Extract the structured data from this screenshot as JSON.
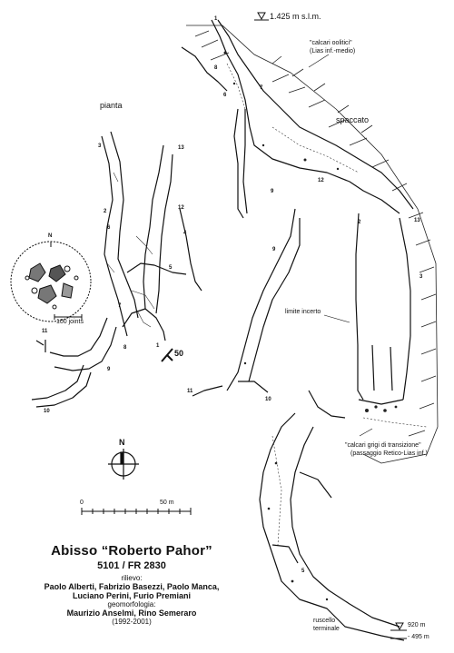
{
  "labels": {
    "pianta": "pianta",
    "spaccato": "spaccato",
    "altitude_top": "1.425 m s.l.m.",
    "altitude_bottom": "920 m",
    "depth": "- 495 m",
    "limite_incerto": "limite incerto",
    "calcari_ooliti_1": "\"calcari oolitici\"",
    "calcari_ooliti_2": "(Lias inf.-medio)",
    "calcari_grigi_1": "\"calcari grigi di transizione\"",
    "calcari_grigi_2": "(passaggio Retico-Lias inf.)",
    "ruscello_1": "ruscello",
    "ruscello_2": "terminale",
    "joints": "100 joints",
    "rose_north": "N",
    "compass_north": "N",
    "scale_zero": "0",
    "scale_fifty": "50 m",
    "dip_value": "50"
  },
  "plan_numbers": [
    "1",
    "2",
    "3",
    "4",
    "5",
    "6",
    "7",
    "8",
    "9",
    "10",
    "11",
    "12",
    "13"
  ],
  "section_numbers": [
    "1",
    "2",
    "3",
    "5",
    "6",
    "7",
    "8",
    "9",
    "10",
    "11",
    "12",
    "13"
  ],
  "title": {
    "name": "Abisso “Roberto Pahor”",
    "code": "5101 / FR 2830",
    "survey_heading": "rilievo:",
    "survey_line1": "Paolo Alberti, Fabrizio Basezzi, Paolo Manca,",
    "survey_line2": "Luciano Perini, Furio Premiani",
    "geo_heading": "geomorfologia:",
    "geo_line1": "Maurizio Anselmi, Rino Semeraro",
    "years": "(1992-2001)"
  }
}
